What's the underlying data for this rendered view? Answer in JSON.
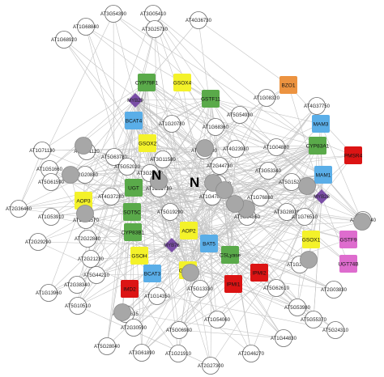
{
  "colors": {
    "green": "#5aaa4a",
    "yellow": "#f4f22a",
    "blue": "#5aaee8",
    "red": "#dc1414",
    "orange": "#ec9340",
    "pink": "#de6cce",
    "purple": "#7a4ea6",
    "gray": "#a7a7a7",
    "edge": "#c4c4c4"
  },
  "nodes": [
    {
      "id": "AT3G54390",
      "label": "AT3G54390",
      "shape": "circle"
    },
    {
      "id": "AT3G05410",
      "label": "AT3G05410",
      "shape": "circle"
    },
    {
      "id": "AT4G36730",
      "label": "AT4G36730",
      "shape": "circle"
    },
    {
      "id": "AT1G68840",
      "label": "AT1G68840",
      "shape": "circle"
    },
    {
      "id": "AT3G25730",
      "label": "AT3G25730",
      "shape": "circle"
    },
    {
      "id": "AT1G68920",
      "label": "AT1G68920",
      "shape": "circle"
    },
    {
      "id": "CYP79F1",
      "label": "CYP79F1",
      "shape": "square",
      "color": "green"
    },
    {
      "id": "GSOX4",
      "label": "GSOX4",
      "shape": "square",
      "color": "yellow"
    },
    {
      "id": "BZO1",
      "label": "BZO1",
      "shape": "square",
      "color": "orange"
    },
    {
      "id": "MYB29",
      "label": "MYB29",
      "shape": "diamond",
      "color": "purple"
    },
    {
      "id": "GSTF11",
      "label": "GSTF11",
      "shape": "square",
      "color": "green"
    },
    {
      "id": "AT1G08320",
      "label": "AT1G08320",
      "shape": "circle"
    },
    {
      "id": "AT4G37750",
      "label": "AT4G37750",
      "shape": "circle"
    },
    {
      "id": "AT5G54930",
      "label": "AT5G54930",
      "shape": "circle"
    },
    {
      "id": "BCAT4",
      "label": "BCAT4",
      "shape": "square",
      "color": "blue"
    },
    {
      "id": "AT1G20780",
      "label": "AT1G20780",
      "shape": "circle"
    },
    {
      "id": "AT1G68360",
      "label": "AT1G68360",
      "shape": "circle"
    },
    {
      "id": "MAM3",
      "label": "MAM3",
      "shape": "square",
      "color": "blue"
    },
    {
      "id": "AT1G71130",
      "label": "AT1G71130",
      "shape": "circle"
    },
    {
      "id": "AT5G01120",
      "label": "AT5G01120",
      "shape": "circle"
    },
    {
      "id": "GSOX2",
      "label": "GSOX2",
      "shape": "square",
      "color": "yellow"
    },
    {
      "id": "AT5G51990",
      "label": "AT5G51990",
      "shape": "circle"
    },
    {
      "id": "AT4G23980",
      "label": "AT4G23980",
      "shape": "circle"
    },
    {
      "id": "AT1G04880",
      "label": "AT1G04880",
      "shape": "circle"
    },
    {
      "id": "CYP83A1",
      "label": "CYP83A1",
      "shape": "square",
      "color": "green"
    },
    {
      "id": "PMSR4",
      "label": "PMSR4",
      "shape": "square",
      "color": "red"
    },
    {
      "id": "AT1G51660",
      "label": "AT1G51660",
      "shape": "circle"
    },
    {
      "id": "AT5G63780",
      "label": "AT5G63780",
      "shape": "circle"
    },
    {
      "id": "AT3G11580",
      "label": "AT3G11580",
      "shape": "circle"
    },
    {
      "id": "AT5G61590",
      "label": "AT5G61590",
      "shape": "circle"
    },
    {
      "id": "AT5G52020",
      "label": "AT5G52020",
      "shape": "circle"
    },
    {
      "id": "AT2G44730",
      "label": "AT2G44730",
      "shape": "circle"
    },
    {
      "id": "AT3G53340",
      "label": "AT3G53340",
      "shape": "circle"
    },
    {
      "id": "AT5G15210",
      "label": "AT5G15210",
      "shape": "circle"
    },
    {
      "id": "MAM1",
      "label": "MAM1",
      "shape": "square",
      "color": "blue"
    },
    {
      "id": "AT2G20880",
      "label": "AT2G20880",
      "shape": "circle"
    },
    {
      "id": "AT3G28610",
      "label": "AT3G28610",
      "shape": "circle"
    },
    {
      "id": "AT1G31730",
      "label": "AT1G31730",
      "shape": "circle"
    },
    {
      "id": "UGT",
      "label": "UGT",
      "shape": "square",
      "color": "green"
    },
    {
      "id": "AT2G38390",
      "label": "AT2G38390",
      "shape": "circle"
    },
    {
      "id": "AT4G37280",
      "label": "AT4G37280",
      "shape": "circle"
    },
    {
      "id": "AT1G47870",
      "label": "AT1G47870",
      "shape": "circle"
    },
    {
      "id": "AT1G76880",
      "label": "AT1G76880",
      "shape": "circle"
    },
    {
      "id": "AT3G28920",
      "label": "AT3G28920",
      "shape": "circle"
    },
    {
      "id": "MYB28",
      "label": "MYB28",
      "shape": "diamond",
      "color": "purple"
    },
    {
      "id": "AOP3",
      "label": "AOP3",
      "shape": "square",
      "color": "yellow"
    },
    {
      "id": "SOT5C",
      "label": "SOT5C",
      "shape": "square",
      "color": "green"
    },
    {
      "id": "AT2G36460",
      "label": "AT2G36460",
      "shape": "circle"
    },
    {
      "id": "AT1G01570",
      "label": "AT1G01570",
      "shape": "circle"
    },
    {
      "id": "AT1G53910",
      "label": "AT1G53910",
      "shape": "circle"
    },
    {
      "id": "AT5G19290",
      "label": "AT5G19290",
      "shape": "circle"
    },
    {
      "id": "AT5G54860",
      "label": "AT5G54860",
      "shape": "circle"
    },
    {
      "id": "AT1G76510",
      "label": "AT1G76510",
      "shape": "circle"
    },
    {
      "id": "AT2G02540",
      "label": "AT2G02540",
      "shape": "circle"
    },
    {
      "id": "CYP83B1",
      "label": "CYP83B1",
      "shape": "square",
      "color": "green"
    },
    {
      "id": "AOP2",
      "label": "AOP2",
      "shape": "square",
      "color": "yellow"
    },
    {
      "id": "AT2G29290",
      "label": "AT2G29290",
      "shape": "circle"
    },
    {
      "id": "AT2G22840",
      "label": "AT2G22840",
      "shape": "circle"
    },
    {
      "id": "GSOX1",
      "label": "GSOX1",
      "shape": "square",
      "color": "yellow"
    },
    {
      "id": "GSTF9",
      "label": "GSTF9",
      "shape": "square",
      "color": "pink"
    },
    {
      "id": "MYB76",
      "label": "MYB76",
      "shape": "diamond",
      "color": "purple"
    },
    {
      "id": "BAT5",
      "label": "BAT5",
      "shape": "square",
      "color": "blue"
    },
    {
      "id": "AT2G21230",
      "label": "AT2G21230",
      "shape": "circle"
    },
    {
      "id": "GSOH",
      "label": "GSOH",
      "shape": "square",
      "color": "yellow"
    },
    {
      "id": "CSLyase",
      "label": "CSLyase",
      "shape": "square",
      "color": "green"
    },
    {
      "id": "AT5G44210",
      "label": "AT5G44210",
      "shape": "circle"
    },
    {
      "id": "AT1G20910",
      "label": "AT1G20910",
      "shape": "circle"
    },
    {
      "id": "UGT74B",
      "label": "UGT74B",
      "shape": "square",
      "color": "pink"
    },
    {
      "id": "BCAT3",
      "label": "BCAT3",
      "shape": "square",
      "color": "blue"
    },
    {
      "id": "GSOX3",
      "label": "GSOX3",
      "shape": "square",
      "color": "yellow"
    },
    {
      "id": "IPMI2",
      "label": "IPMI2",
      "shape": "square",
      "color": "red"
    },
    {
      "id": "AT2G38340",
      "label": "AT2G38340",
      "shape": "circle"
    },
    {
      "id": "AT1G13960",
      "label": "AT1G13960",
      "shape": "circle"
    },
    {
      "id": "IMD2",
      "label": "IMD2",
      "shape": "square",
      "color": "red"
    },
    {
      "id": "AT1G14350",
      "label": "AT1G14350",
      "shape": "circle"
    },
    {
      "id": "AT5G13330",
      "label": "AT5G13330",
      "shape": "circle"
    },
    {
      "id": "IPMI1",
      "label": "IPMI1",
      "shape": "square",
      "color": "red"
    },
    {
      "id": "AT5G62610",
      "label": "AT5G62610",
      "shape": "circle"
    },
    {
      "id": "AT2G03830",
      "label": "AT2G03830",
      "shape": "circle"
    },
    {
      "id": "AT5G10510",
      "label": "AT5G10510",
      "shape": "circle"
    },
    {
      "id": "AT1G24625",
      "label": "AT1G24625",
      "shape": "circle"
    },
    {
      "id": "AT5G53980",
      "label": "AT5G53980",
      "shape": "circle"
    },
    {
      "id": "AT5G55370",
      "label": "AT5G55370",
      "shape": "circle"
    },
    {
      "id": "AT1G54060",
      "label": "AT1G54060",
      "shape": "circle"
    },
    {
      "id": "AT2G30590",
      "label": "AT2G30590",
      "shape": "circle"
    },
    {
      "id": "AT5G06980",
      "label": "AT5G06980",
      "shape": "circle"
    },
    {
      "id": "AT5G24310",
      "label": "AT5G24310",
      "shape": "circle"
    },
    {
      "id": "AT1G44830",
      "label": "AT1G44830",
      "shape": "circle"
    },
    {
      "id": "AT5G28040",
      "label": "AT5G28040",
      "shape": "circle"
    },
    {
      "id": "AT3G61890",
      "label": "AT3G61890",
      "shape": "circle"
    },
    {
      "id": "AT1G21910",
      "label": "AT1G21910",
      "shape": "circle"
    },
    {
      "id": "AT2G46270",
      "label": "AT2G46270",
      "shape": "circle"
    },
    {
      "id": "AT2G27300",
      "label": "AT2G27300",
      "shape": "circle"
    },
    {
      "id": "G1",
      "label": "",
      "shape": "gray"
    },
    {
      "id": "G2",
      "label": "",
      "shape": "gray"
    },
    {
      "id": "G3",
      "label": "",
      "shape": "gray"
    },
    {
      "id": "G4",
      "label": "",
      "shape": "gray"
    },
    {
      "id": "G5",
      "label": "",
      "shape": "gray"
    },
    {
      "id": "G6",
      "label": "",
      "shape": "gray"
    },
    {
      "id": "G7",
      "label": "",
      "shape": "gray"
    },
    {
      "id": "G8",
      "label": "",
      "shape": "gray"
    },
    {
      "id": "G9",
      "label": "",
      "shape": "gray"
    },
    {
      "id": "G10",
      "label": "",
      "shape": "gray"
    },
    {
      "id": "G11",
      "label": "",
      "shape": "gray"
    },
    {
      "id": "G12",
      "label": "",
      "shape": "gray"
    },
    {
      "id": "G13",
      "label": "",
      "shape": "gray"
    },
    {
      "id": "G14",
      "label": "",
      "shape": "gray"
    }
  ],
  "big_labels": [
    "N",
    "N"
  ]
}
